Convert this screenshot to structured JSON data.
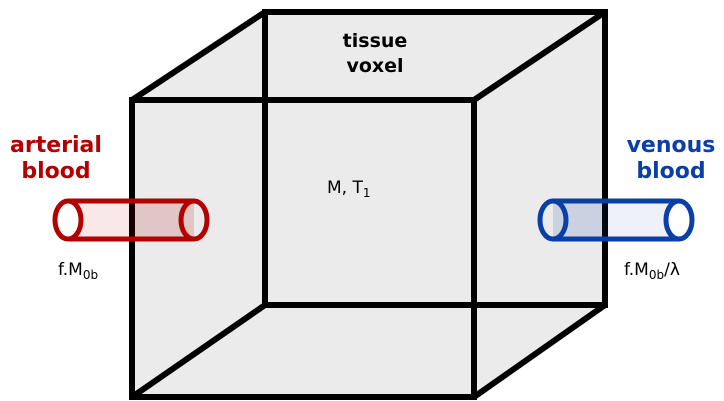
{
  "colors": {
    "cube_face": "#ebebeb",
    "edge": "#000000",
    "arterial": "#b30000",
    "venous": "#0a3fa8"
  },
  "voxel": {
    "title_line1": "tissue",
    "title_line2": "voxel",
    "magnetization": "M, T",
    "t1_subscript": "1"
  },
  "arterial": {
    "label_line1": "arterial",
    "label_line2": "blood",
    "flow_prefix": "f.M",
    "flow_subscript": "0b",
    "flow_suffix": ""
  },
  "venous": {
    "label_line1": "venous",
    "label_line2": "blood",
    "flow_prefix": "f.M",
    "flow_subscript": "0b",
    "flow_suffix": "/λ"
  }
}
